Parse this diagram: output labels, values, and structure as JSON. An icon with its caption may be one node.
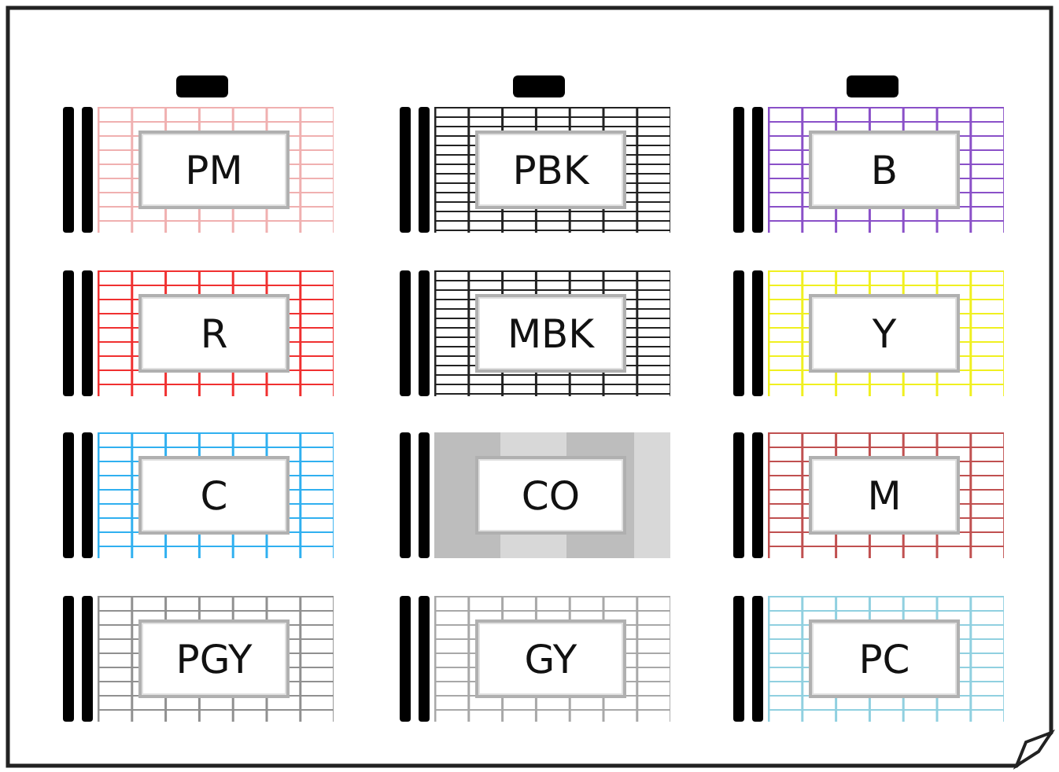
{
  "diagram": {
    "nodes": [
      {
        "text": [
          "PM"
        ]
      },
      {
        "text": [
          "PBK"
        ]
      },
      {
        "text": [
          "B"
        ]
      },
      {
        "text": [
          "R"
        ]
      },
      {
        "text": [
          "MBK"
        ]
      },
      {
        "text": [
          "Y"
        ]
      },
      {
        "text": [
          "C"
        ]
      },
      {
        "text": [
          "CO"
        ]
      },
      {
        "text": [
          "M"
        ]
      },
      {
        "text": [
          "PGY"
        ]
      },
      {
        "text": [
          "GY"
        ]
      },
      {
        "text": [
          "PC"
        ]
      }
    ]
  }
}
